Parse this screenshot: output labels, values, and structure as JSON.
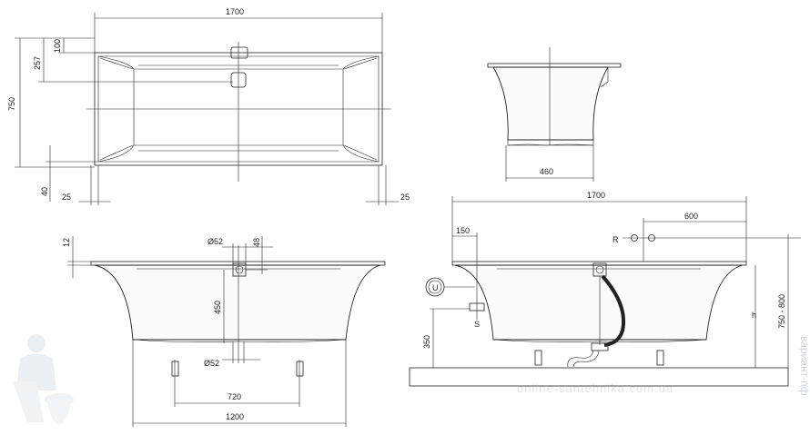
{
  "top_view": {
    "length": "1700",
    "width": "750",
    "d257": "257",
    "d100": "100",
    "d40": "40",
    "d25_left": "25",
    "d25_right": "25"
  },
  "end_view": {
    "d460": "460"
  },
  "front_view": {
    "d12": "12",
    "d52_top": "Ø52",
    "d48": "48",
    "d450": "450",
    "d52_bottom": "Ø52",
    "d720": "720",
    "d1200": "1200"
  },
  "install_view": {
    "length": "1700",
    "d600": "600",
    "d150": "150",
    "label_r": "R",
    "label_u": "U",
    "label_s": "S",
    "d350": "350",
    "label_h": "h",
    "d750_800": "750 - 800"
  },
  "watermark": {
    "site": "online-santehnika.com.ua",
    "logo_text": "вариант-пф"
  },
  "colors": {
    "line": "#222222",
    "watermark": "#dfe6ec",
    "hose": "#222222"
  }
}
